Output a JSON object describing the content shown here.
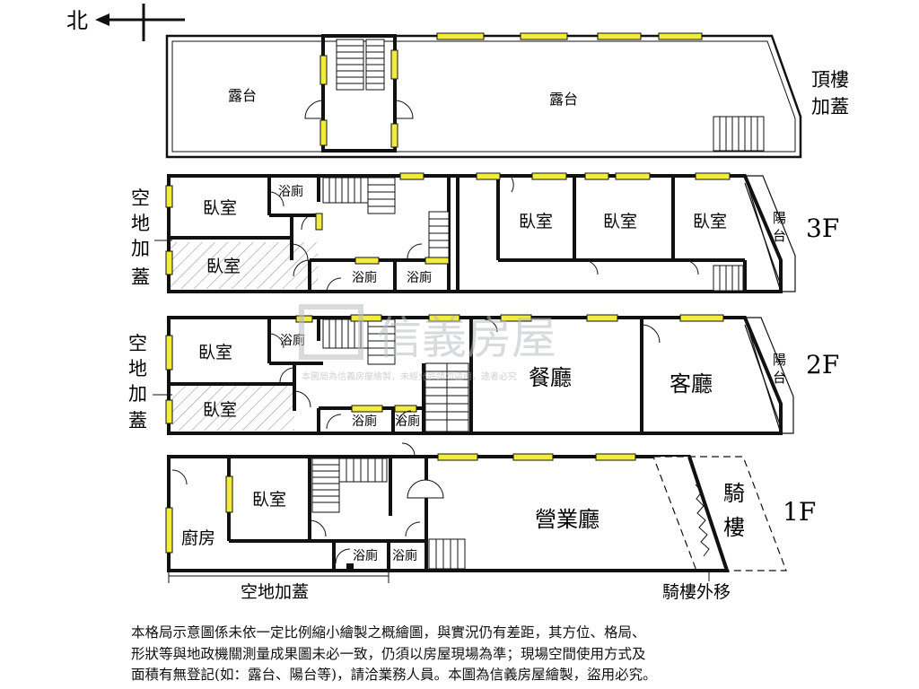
{
  "compass": {
    "label": "北"
  },
  "floors": {
    "roof": {
      "label": "頂樓\n加蓋",
      "label_lines": [
        "頂樓",
        "加蓋"
      ],
      "rooms": [
        "露台",
        "露台"
      ]
    },
    "f3": {
      "label": "3F",
      "side_label": [
        "空",
        "地",
        "加",
        "蓋"
      ],
      "rooms": [
        "臥室",
        "浴廁",
        "臥室",
        "浴廁",
        "浴廁",
        "臥室",
        "臥室",
        "臥室"
      ],
      "balcony": [
        "陽",
        "台"
      ]
    },
    "f2": {
      "label": "2F",
      "side_label": [
        "空",
        "地",
        "加",
        "蓋"
      ],
      "rooms": [
        "臥室",
        "浴廁",
        "臥室",
        "浴廁",
        "浴廁",
        "餐廳",
        "客廳"
      ],
      "balcony": [
        "陽",
        "台"
      ]
    },
    "f1": {
      "label": "1F",
      "rooms": [
        "臥室",
        "廚房",
        "浴廁",
        "浴廁",
        "營業廳"
      ],
      "arcade": [
        "騎",
        "樓"
      ],
      "dimension_label": "空地加蓋",
      "arcade_note": "騎樓外移"
    }
  },
  "watermark": {
    "brand": "信義房屋",
    "note": "本圖局為信義房屋繪製，未經允許請勿盜用，違者必究"
  },
  "disclaimer": [
    "本格局示意圖係未依一定比例縮小繪製之概繪圖，與實況仍有差距，其方位、格局、",
    "形狀等與地政機關測量成果圖未必一致，仍須以房屋現場為準；現場空間使用方式及",
    "面積有無登記(如：露台、陽台等)，請洽業務人員。本圖為信義房屋繪製，盜用必究。"
  ],
  "colors": {
    "wall": "#111111",
    "window": "#f2ec3c",
    "hatch": "#9a9a9a",
    "watermark": "#cfd4d4"
  }
}
